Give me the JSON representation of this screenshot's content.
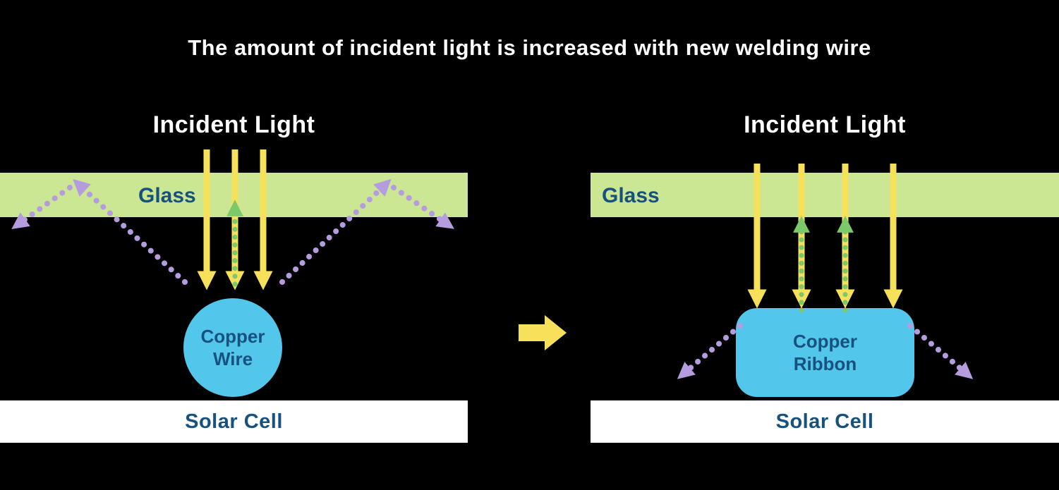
{
  "title": "The amount of incident light is increased with new welding wire",
  "colors": {
    "background": "#000000",
    "yellow": "#F7E15A",
    "glass_green": "#CBE794",
    "arrow_green": "#7CC96A",
    "purple": "#B59CDF",
    "cyan": "#53C7EB",
    "navy": "#17517E",
    "white": "#FFFFFF"
  },
  "left_panel": {
    "incident_light_label": "Incident Light",
    "glass_label": "Glass",
    "copper_label_line1": "Copper",
    "copper_label_line2": "Wire",
    "solar_cell_label": "Solar Cell"
  },
  "right_panel": {
    "incident_light_label": "Incident Light",
    "glass_label": "Glass",
    "copper_label_line1": "Copper",
    "copper_label_line2": "Ribbon",
    "solar_cell_label": "Solar Cell"
  }
}
